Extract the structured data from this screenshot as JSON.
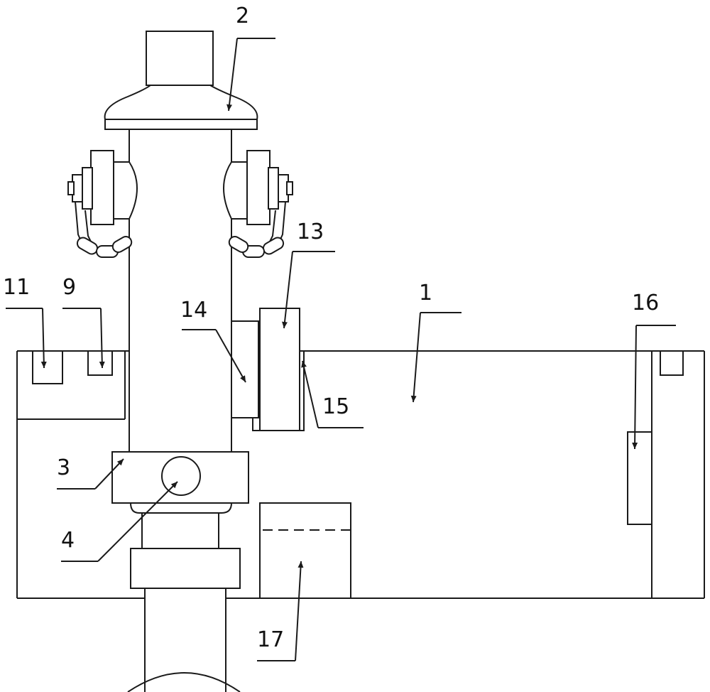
{
  "labels": {
    "l1": "1",
    "l2": "2",
    "l3": "3",
    "l4": "4",
    "l9": "9",
    "l11": "11",
    "l13": "13",
    "l14": "14",
    "l15": "15",
    "l16": "16",
    "l17": "17"
  },
  "colors": {
    "line": "#1a1a1a",
    "background": "#ffffff"
  }
}
